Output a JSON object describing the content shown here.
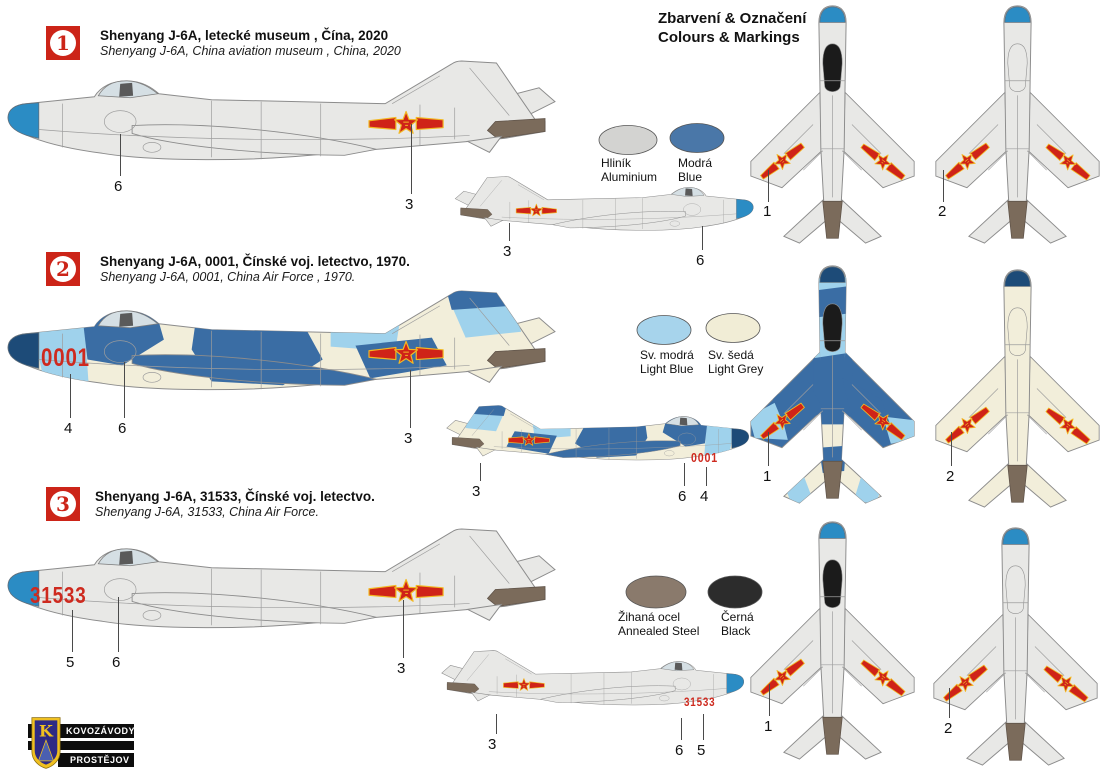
{
  "header": {
    "title_cs": "Zbarvení & Označení",
    "title_en": "Colours & Markings"
  },
  "schemes": [
    {
      "badge": "1",
      "name_cs": "Shenyang J-6A, letecké museum , Čína, 2020",
      "name_en": "Shenyang J-6A, China aviation museum , China, 2020",
      "code": "",
      "swatches": [
        {
          "cs": "Hliník",
          "en": "Aluminium",
          "hex": "#d3d3d1"
        },
        {
          "cs": "Modrá",
          "en": "Blue",
          "hex": "#4a77a8"
        }
      ]
    },
    {
      "badge": "2",
      "name_cs": "Shenyang J-6A, 0001, Čínské voj. letectvo, 1970.",
      "name_en": "Shenyang J-6A, 0001, China Air Force , 1970.",
      "code": "0001",
      "swatches": [
        {
          "cs": "Sv. modrá",
          "en": "Light Blue",
          "hex": "#a7d4ec"
        },
        {
          "cs": "Sv. šedá",
          "en": "Light Grey",
          "hex": "#f1edd6"
        }
      ]
    },
    {
      "badge": "3",
      "name_cs": "Shenyang J-6A, 31533, Čínské voj. letectvo.",
      "name_en": "Shenyang J-6A, 31533,  China Air Force.",
      "code": "31533",
      "swatches": [
        {
          "cs": "Žihaná ocel",
          "en": "Annealed Steel",
          "hex": "#8a7a6c"
        },
        {
          "cs": "Černá",
          "en": "Black",
          "hex": "#2c2c2c"
        }
      ]
    }
  ],
  "callouts": {
    "c1": "1",
    "c2": "2",
    "c3": "3",
    "c4": "4",
    "c5": "5",
    "c6": "6"
  },
  "logo": {
    "line1": "KOVOZÁVODY",
    "line2": "PROSTĚJOV"
  },
  "colors": {
    "insignia_red": "#cf2318",
    "insignia_yellow": "#f2b824",
    "nose_blue": "#2b8cc4",
    "nose_navy": "#1d4b78",
    "camo_dark_blue": "#3a6da4",
    "camo_light_blue": "#9fd2ec",
    "cream": "#f2eeda",
    "metal_grey": "#e8e8e6",
    "exhaust_brown": "#7b6b5b",
    "badge_red": "#cc2418"
  }
}
